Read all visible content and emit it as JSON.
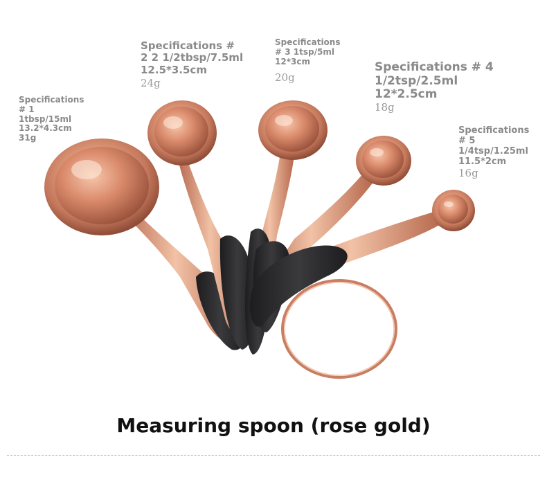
{
  "specs": [
    {
      "title": "Specifications",
      "number": "# 1",
      "volume": "1tbsp/15ml",
      "size": "13.2*4.3cm",
      "weight": "31g"
    },
    {
      "title": "Specifications #",
      "number": "2",
      "volume": "2 1/2tbsp/7.5ml",
      "size": "12.5*3.5cm",
      "weight": "24g"
    },
    {
      "title": "Specifications",
      "number": "# 3",
      "volume": "1tsp/5ml",
      "size": "12*3cm",
      "weight": "20g"
    },
    {
      "title": "Specifications # 4",
      "volume": "1/2tsp/2.5ml",
      "size": "12*2.5cm",
      "weight": "18g"
    },
    {
      "title": "Specifications",
      "number": "# 5",
      "volume": "1/4tsp/1.25ml",
      "size": "11.5*2cm",
      "weight": "16g"
    }
  ],
  "caption": "Measuring spoon (rose gold)",
  "colors": {
    "rose_gold": "#d9967a",
    "rose_gold_dark": "#a85a44",
    "handle_grip": "#2a2a2c"
  }
}
